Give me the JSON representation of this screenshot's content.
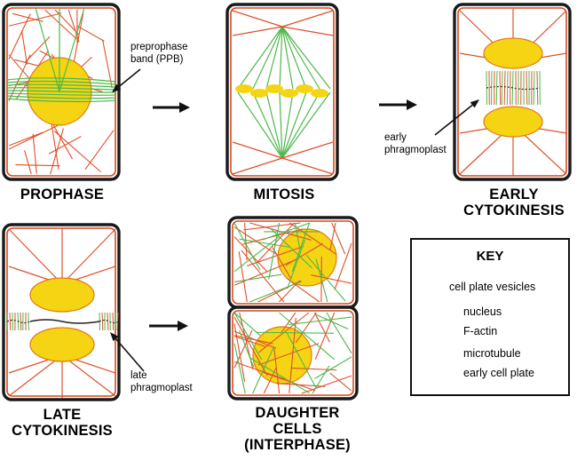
{
  "stages": {
    "prophase": "PROPHASE",
    "mitosis": "MITOSIS",
    "early_cytokinesis": "EARLY\nCYTOKINESIS",
    "late_cytokinesis": "LATE\nCYTOKINESIS",
    "daughter_cells": "DAUGHTER\nCELLS\n(INTERPHASE)"
  },
  "annotations": {
    "ppb": "preprophase\nband (PPB)",
    "early_phragmoplast": "early\nphragmoplast",
    "late_phragmoplast": "late\nphragmoplast"
  },
  "key": {
    "title": "KEY",
    "items": [
      {
        "symbol": "cell-plate-vesicles-icon",
        "label": "cell plate vesicles"
      },
      {
        "symbol": "nucleus-icon",
        "label": "nucleus"
      },
      {
        "symbol": "f-actin-icon",
        "label": "F-actin"
      },
      {
        "symbol": "microtubule-icon",
        "label": "microtubule"
      },
      {
        "symbol": "early-cell-plate-icon",
        "label": "early cell  plate"
      }
    ]
  },
  "colors": {
    "cell_wall": "#d94a1e",
    "f_actin": "#e0502a",
    "microtubule": "#4cb84a",
    "nucleus": "#f5d414",
    "nucleus_edge": "#e07a16"
  }
}
